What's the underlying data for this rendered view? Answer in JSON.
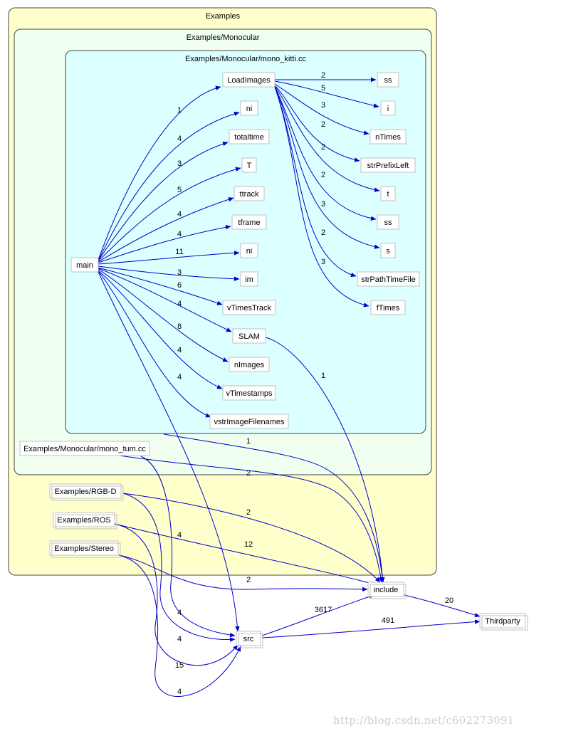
{
  "colors": {
    "cluster_examples": "#ffffcc",
    "cluster_monocular": "#f0fff0",
    "cluster_file": "#dcffff",
    "edge": "#0000cc",
    "node_fill": "#ffffff",
    "node_border": "#c0c0c0"
  },
  "clusters": {
    "examples": "Examples",
    "monocular": "Examples/Monocular",
    "mono_kitti": "Examples/Monocular/mono_kitti.cc"
  },
  "nodes": {
    "loadimages": "LoadImages",
    "ss1": "ss",
    "i": "i",
    "ntimes": "nTimes",
    "strprefixleft": "strPrefixLeft",
    "t": "t",
    "ss2": "ss",
    "s": "s",
    "strpathtimefile": "strPathTimeFile",
    "ftimes": "fTimes",
    "ni1": "ni",
    "totaltime": "totaltime",
    "T": "T",
    "ttrack": "ttrack",
    "tframe": "tframe",
    "ni2": "ni",
    "im": "im",
    "vtimestrack": "vTimesTrack",
    "slam": "SLAM",
    "nimages": "nImages",
    "vtimestamps": "vTimestamps",
    "vstrimagefilenames": "vstrImageFilenames",
    "main": "main",
    "mono_tum": "Examples/Monocular/mono_tum.cc",
    "rgbd": "Examples/RGB-D",
    "ros": "Examples/ROS",
    "stereo": "Examples/Stereo",
    "include": "include",
    "src": "src",
    "thirdparty": "Thirdparty"
  },
  "edge_labels": {
    "load_ss1": "2",
    "load_i": "5",
    "load_ntimes": "3",
    "load_prefix": "2",
    "load_t": "2",
    "load_ss2": "2",
    "load_s": "3",
    "load_path": "2",
    "load_ftimes": "3",
    "main_load": "1",
    "main_ni1": "4",
    "main_total": "3",
    "main_T": "5",
    "main_ttrack": "4",
    "main_tframe": "4",
    "main_ni2": "11",
    "main_im": "3",
    "main_vtt": "6",
    "main_slam": "4",
    "main_nimages": "8",
    "main_vts": "4",
    "main_vstr": "4",
    "slam_include": "1",
    "kitti_include": "1",
    "tum_include": "2",
    "rgbd_include": "2",
    "ros_include": "12",
    "stereo_include": "2",
    "include_third": "20",
    "src_include": "3617",
    "src_third": "491",
    "main_src": "4",
    "tum_src": "4",
    "rgbd_src": "4",
    "ros_src": "15",
    "stereo_src": "4"
  },
  "watermark": "http://blog.csdn.net/c602273091"
}
